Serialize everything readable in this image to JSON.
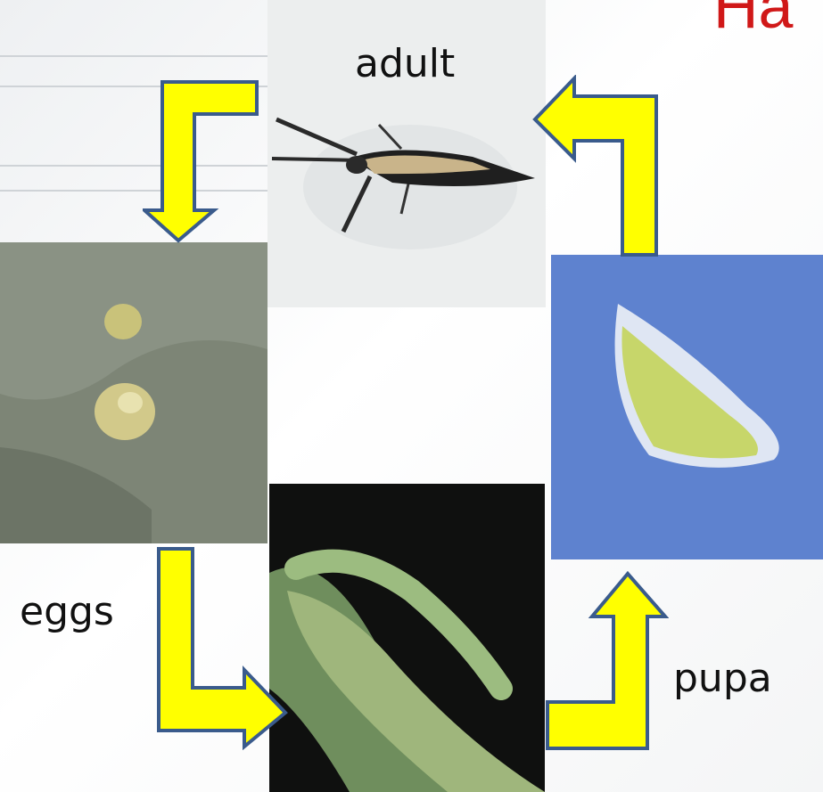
{
  "title_fragment": "Ha",
  "stages": {
    "adult": "adult",
    "eggs": "eggs",
    "pupa": "pupa"
  },
  "colors": {
    "arrow_fill": "#ffff00",
    "arrow_stroke": "#3a5b8c",
    "title": "#d01818"
  }
}
